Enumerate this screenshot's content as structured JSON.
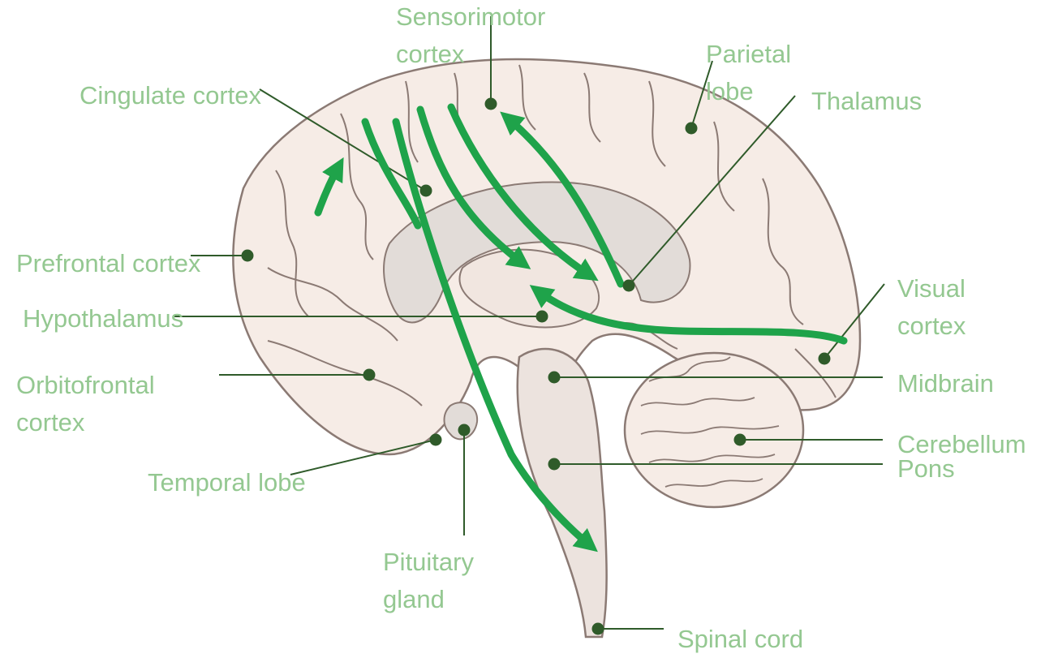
{
  "colors": {
    "label_text": "#94c891",
    "leader_line": "#2f5b2a",
    "marker_dot": "#2f5b2a",
    "arrow": "#1fa34a",
    "brain_fill": "#f6ece6",
    "brain_outline": "#8b7a74",
    "inner_fill": "#e2dcd8"
  },
  "labels": {
    "sensorimotor_cortex": [
      "Sensorimotor",
      "cortex"
    ],
    "parietal_lobe": [
      "Parietal",
      "lobe"
    ],
    "thalamus": "Thalamus",
    "cingulate_cortex": "Cingulate cortex",
    "prefrontal_cortex": "Prefrontal cortex",
    "hypothalamus": "Hypothalamus",
    "visual_cortex": [
      "Visual",
      "cortex"
    ],
    "orbitofrontal_cortex": [
      "Orbitofrontal",
      "cortex"
    ],
    "midbrain": "Midbrain",
    "cerebellum": "Cerebellum",
    "pons": "Pons",
    "temporal_lobe": "Temporal lobe",
    "pituitary_gland": [
      "Pituitary",
      "gland"
    ],
    "spinal_cord": "Spinal cord"
  }
}
